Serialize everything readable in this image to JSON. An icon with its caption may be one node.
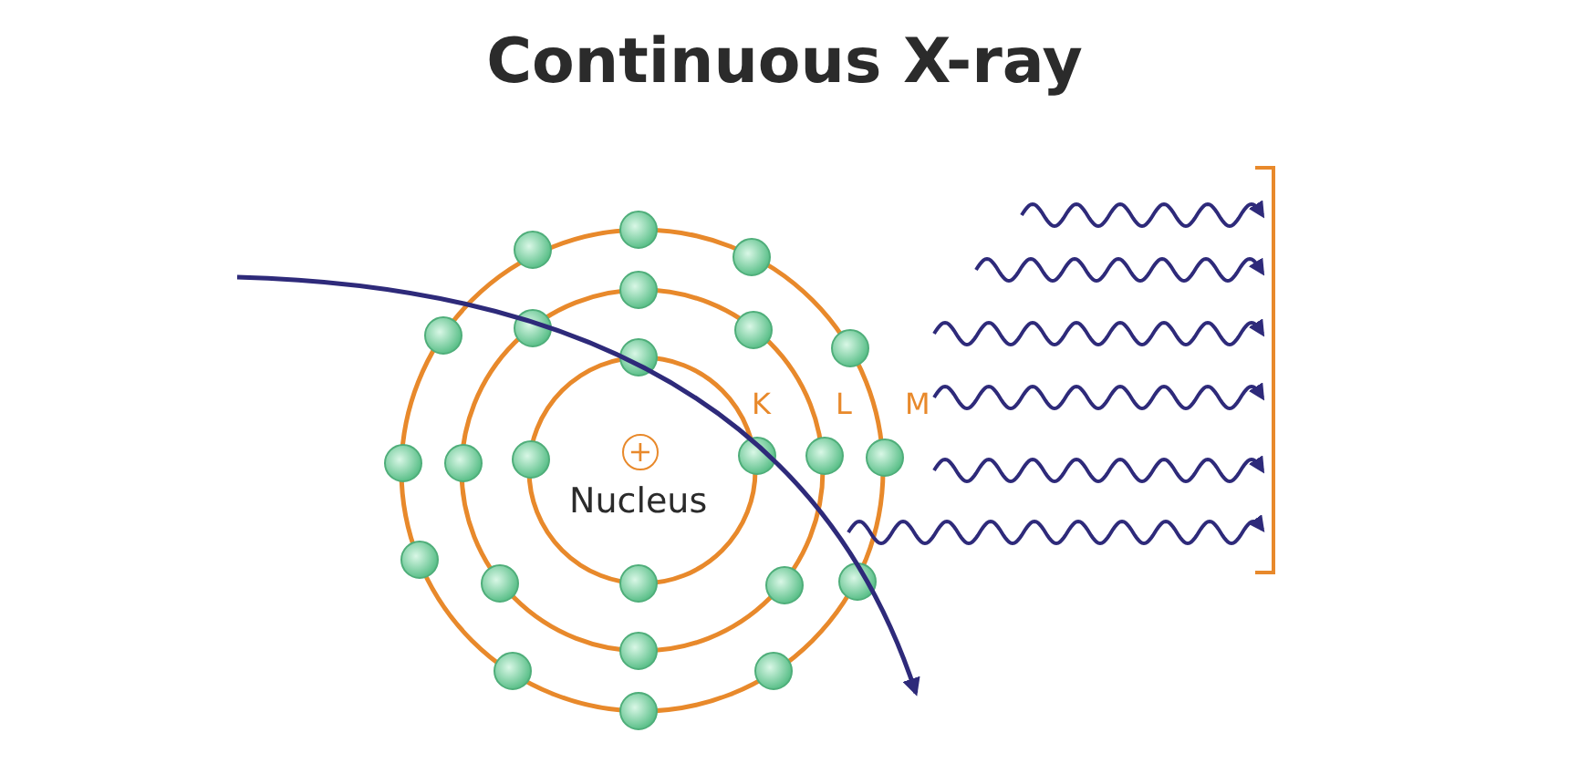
{
  "diagram": {
    "title": "Continuous X-ray",
    "labels": [
      "+",
      "Nucleus",
      "K",
      "L",
      "M"
    ]
  }
}
